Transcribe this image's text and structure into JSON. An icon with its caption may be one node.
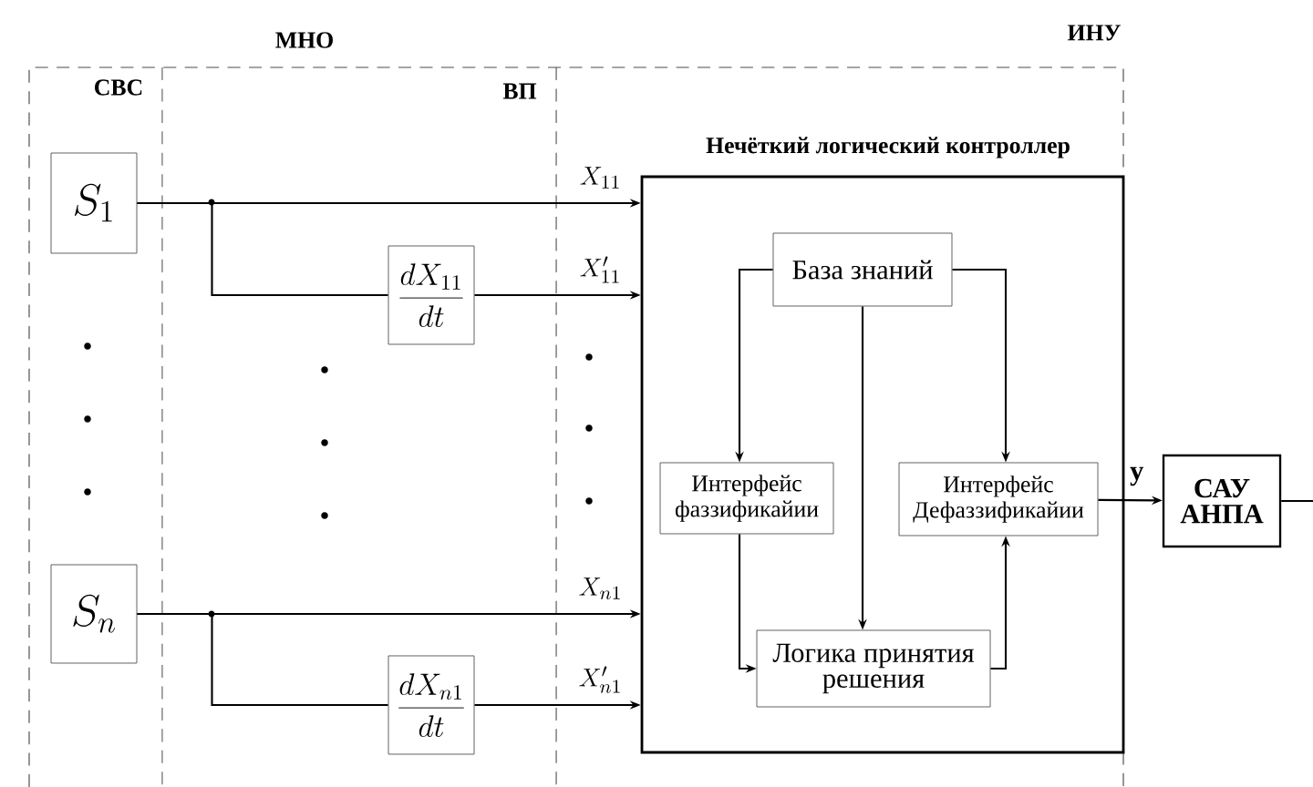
{
  "diagram": {
    "nodes": [
      {
        "text": [
          "S_1"
        ]
      },
      {
        "text": [
          "\\frac{dX_{11}}{dt}"
        ]
      },
      {
        "text": [
          "S_n"
        ]
      },
      {
        "text": [
          "\\frac{dX_{n1}}{dt}"
        ]
      },
      {
        "text": [
          "Нечёткий логический контроллер"
        ]
      },
      {
        "text": [
          "База знаний"
        ],
        "in": 4
      },
      {
        "text": [
          "Интерфейс фаззификайии"
        ],
        "in": 4
      },
      {
        "text": [
          "Интерфейс Дефаззификайии"
        ],
        "in": 4
      },
      {
        "text": [
          "Логика принятия решения"
        ],
        "in": 4
      },
      {
        "text": [
          "САУ АНПА"
        ]
      }
    ],
    "edges": [
      {
        "from": 0,
        "to": 4,
        "arrow": "to",
        "label": "X_{11}"
      },
      {
        "from": 0,
        "to": 1,
        "arrow": "none"
      },
      {
        "from": 1,
        "to": 4,
        "arrow": "to",
        "label": "X'_{11}"
      },
      {
        "from": 2,
        "to": 4,
        "arrow": "to",
        "label": "X_{n1}"
      },
      {
        "from": 2,
        "to": 3,
        "arrow": "none"
      },
      {
        "from": 3,
        "to": 4,
        "arrow": "to",
        "label": "X'_{n1}"
      },
      {
        "from": 5,
        "to": 6,
        "arrow": "to"
      },
      {
        "from": 5,
        "to": 8,
        "arrow": "to"
      },
      {
        "from": 5,
        "to": 7,
        "arrow": "to"
      },
      {
        "from": 6,
        "to": 8,
        "arrow": "to"
      },
      {
        "from": 8,
        "to": 7,
        "arrow": "to"
      },
      {
        "from": 7,
        "to": 9,
        "arrow": "to",
        "label": "у"
      },
      {
        "from": 9,
        "to": null,
        "arrow": "none"
      }
    ],
    "labels": [
      "МНО",
      "СВС",
      "ВП",
      "ИНУ"
    ]
  }
}
